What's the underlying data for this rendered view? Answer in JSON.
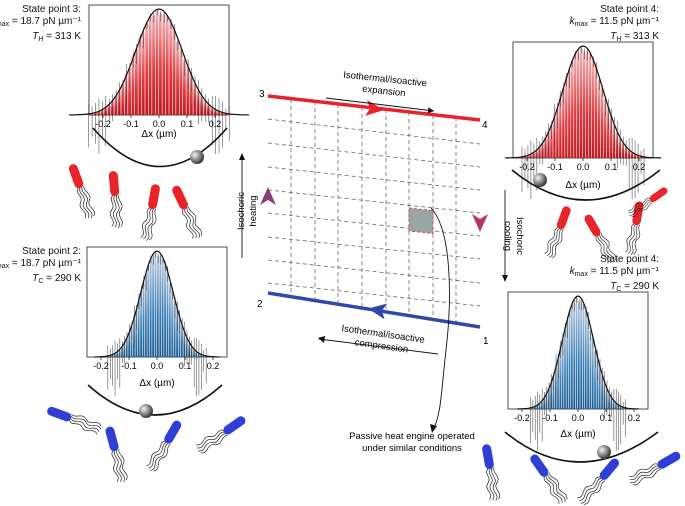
{
  "state_labels": {
    "sp3": {
      "title": "State point 3:",
      "kmax": "= 18.7 pN µm⁻¹",
      "temp": "= 313 K",
      "temp_sub": "H"
    },
    "sp4_hot": {
      "title": "State point 4:",
      "kmax": "= 11.5 pN µm⁻¹",
      "temp": "= 313 K",
      "temp_sub": "H"
    },
    "sp2": {
      "title": "State point 2:",
      "kmax": "= 18.7 pN µm⁻¹",
      "temp": "= 290 K",
      "temp_sub": "C"
    },
    "sp4_cold": {
      "title": "State point 4:",
      "kmax": "= 11.5 pN µm⁻¹",
      "temp": "= 290 K",
      "temp_sub": "C"
    },
    "k_symbol": "k",
    "k_sub": "max",
    "t_symbol": "T"
  },
  "cycle": {
    "corner_labels": [
      "1",
      "2",
      "3",
      "4"
    ],
    "top_label_1": "Isothermal/isoactive",
    "top_label_2": "expansion",
    "bottom_label_1": "Isothermal/isoactive",
    "bottom_label_2": "compression",
    "left_label_1": "Isochoric",
    "left_label_2": "heating",
    "right_label_1": "Isochoric",
    "right_label_2": "cooling",
    "passive_1": "Passive heat engine operated",
    "passive_2": "under similar conditions",
    "colors": {
      "hot": "#e8232b",
      "cold": "#2f4aa6",
      "mid": "#8a3f78"
    }
  },
  "histograms": {
    "xlabel": "Δx (µm)",
    "panels": [
      {
        "id": "sp3",
        "ticks": [
          "-0.2",
          "-0.1",
          "0.0",
          "0.1",
          "0.2"
        ],
        "color": "#e0242c",
        "sigma": 0.083
      },
      {
        "id": "sp4_hot",
        "ticks": [
          "-0.2",
          "-0.1",
          "0.0",
          "0.1",
          "0.2"
        ],
        "color": "#e0242c",
        "sigma": 0.072
      },
      {
        "id": "sp2",
        "ticks": [
          "-0.2",
          "-0.1",
          "0.0",
          "0.1",
          "0.2"
        ],
        "color": "#1f6fa8",
        "sigma": 0.058
      },
      {
        "id": "sp4_cold",
        "ticks": [
          "-0.2",
          "-0.1",
          "0.0",
          "0.1",
          "0.2"
        ],
        "color": "#1f6fa8",
        "sigma": 0.056
      }
    ]
  }
}
